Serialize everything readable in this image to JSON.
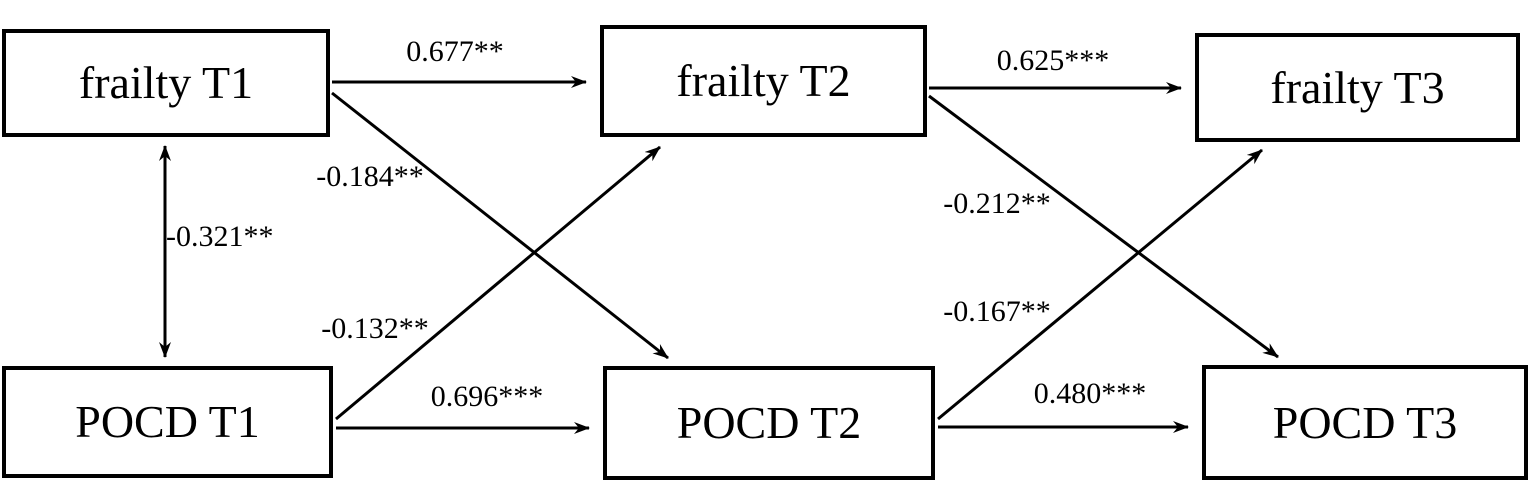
{
  "diagram": {
    "title": "cross-lagged panel model: frailty and POCD across T1-T3",
    "colors": {
      "line": "#000000",
      "box_fill": "#ffffff",
      "text": "#000000",
      "background": "#ffffff"
    },
    "nodes": [
      {
        "id": "frailty-t1",
        "label": "frailty T1"
      },
      {
        "id": "frailty-t2",
        "label": "frailty T2"
      },
      {
        "id": "frailty-t3",
        "label": "frailty T3"
      },
      {
        "id": "pocd-t1",
        "label": "POCD T1"
      },
      {
        "id": "pocd-t2",
        "label": "POCD T2"
      },
      {
        "id": "pocd-t3",
        "label": "POCD T3"
      }
    ],
    "edges": [
      {
        "from": "frailty T1",
        "to": "frailty T2",
        "type": "directed",
        "label": "0.677**"
      },
      {
        "from": "frailty T2",
        "to": "frailty T3",
        "type": "directed",
        "label": "0.625***"
      },
      {
        "from": "POCD T1",
        "to": "POCD T2",
        "type": "directed",
        "label": "0.696***"
      },
      {
        "from": "POCD T2",
        "to": "POCD T3",
        "type": "directed",
        "label": "0.480***"
      },
      {
        "from": "frailty T1",
        "to": "POCD T2",
        "type": "directed",
        "label": "-0.184**"
      },
      {
        "from": "POCD T1",
        "to": "frailty T2",
        "type": "directed",
        "label": "-0.132**"
      },
      {
        "from": "frailty T2",
        "to": "POCD T3",
        "type": "directed",
        "label": "-0.212**"
      },
      {
        "from": "POCD T2",
        "to": "frailty T3",
        "type": "directed",
        "label": "-0.167**"
      },
      {
        "from": "frailty T1",
        "to": "POCD T1",
        "type": "bidirectional",
        "label": "-0.321**"
      }
    ]
  }
}
